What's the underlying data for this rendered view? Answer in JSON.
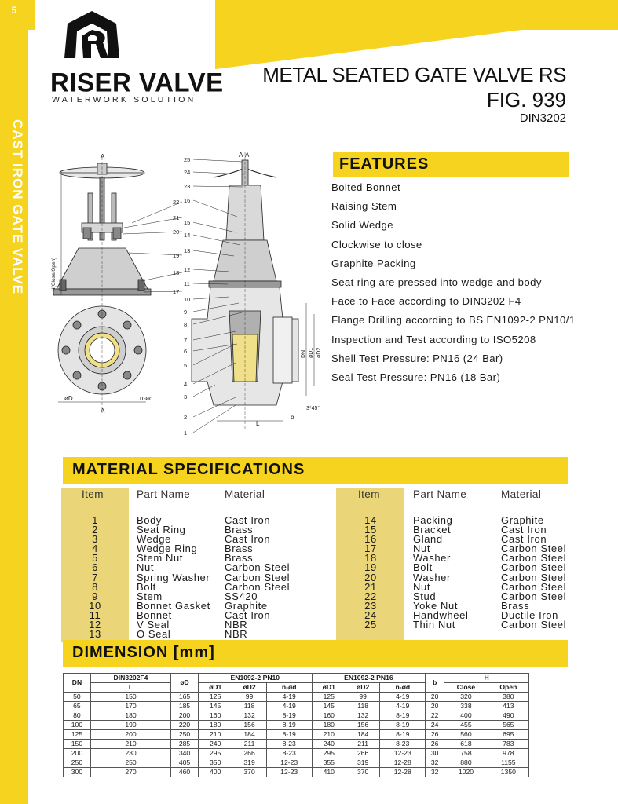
{
  "page": {
    "number": "5",
    "side_title": "CAST IRON GATE VALVE"
  },
  "brand": {
    "name": "RISER VALVE",
    "tagline": "WATERWORK SOLUTION",
    "color": "#f6d31f"
  },
  "title": {
    "main": "METAL SEATED GATE VALVE RS",
    "fig": "FIG. 939",
    "standard": "DIN3202"
  },
  "drawing": {
    "section_label": "A-A",
    "labels": [
      "A",
      "A",
      "H(Close/Open)",
      "øD",
      "n-ød",
      "L",
      "b",
      "3*45°",
      "DN",
      "øD1",
      "øD2"
    ],
    "callouts_left": [
      "22",
      "21",
      "20",
      "19",
      "18",
      "17"
    ],
    "callouts_right": [
      "25",
      "24",
      "23",
      "16",
      "15",
      "14",
      "13",
      "12",
      "11",
      "10",
      "9",
      "8",
      "7",
      "6",
      "5",
      "4",
      "3",
      "2",
      "1"
    ]
  },
  "features": {
    "heading": "FEATURES",
    "items": [
      "Bolted Bonnet",
      "Raising Stem",
      "Solid Wedge",
      "Clockwise to close",
      "Graphite Packing",
      "Seat ring are pressed into wedge and body",
      "Face to Face according to DIN3202 F4",
      "Flange Drilling according to BS EN1092-2 PN10/1",
      "Inspection and Test according to ISO5208",
      "Shell Test Pressure: PN16 (24 Bar)",
      "Seal Test Pressure: PN16 (18 Bar)"
    ]
  },
  "materials": {
    "heading": "MATERIAL SPECIFICATIONS",
    "headers": {
      "item": "Item",
      "part": "Part Name",
      "material": "Material"
    },
    "left": [
      [
        "1",
        "Body",
        "Cast Iron"
      ],
      [
        "2",
        "Seat Ring",
        "Brass"
      ],
      [
        "3",
        "Wedge",
        "Cast Iron"
      ],
      [
        "4",
        "Wedge Ring",
        "Brass"
      ],
      [
        "5",
        "Stem Nut",
        "Brass"
      ],
      [
        "6",
        "Nut",
        "Carbon Steel"
      ],
      [
        "7",
        "Spring Washer",
        "Carbon Steel"
      ],
      [
        "8",
        "Bolt",
        "Carbon Steel"
      ],
      [
        "9",
        "Stem",
        "SS420"
      ],
      [
        "10",
        "Bonnet Gasket",
        "Graphite"
      ],
      [
        "11",
        "Bonnet",
        "Cast Iron"
      ],
      [
        "12",
        "V Seal",
        "NBR"
      ],
      [
        "13",
        "O Seal",
        "NBR"
      ]
    ],
    "right": [
      [
        "14",
        "Packing",
        "Graphite"
      ],
      [
        "15",
        "Bracket",
        "Cast Iron"
      ],
      [
        "16",
        "Gland",
        "Cast Iron"
      ],
      [
        "17",
        "Nut",
        "Carbon Steel"
      ],
      [
        "18",
        "Washer",
        "Carbon Steel"
      ],
      [
        "19",
        "Bolt",
        "Carbon Steel"
      ],
      [
        "20",
        "Washer",
        "Carbon Steel"
      ],
      [
        "21",
        "Nut",
        "Carbon Steel"
      ],
      [
        "22",
        "Stud",
        "Carbon Steel"
      ],
      [
        "23",
        "Yoke Nut",
        "Brass"
      ],
      [
        "24",
        "Handwheel",
        "Ductile Iron"
      ],
      [
        "25",
        "Thin Nut",
        "Carbon Steel"
      ]
    ]
  },
  "dimension": {
    "heading": "DIMENSION [mm]",
    "group_headers": {
      "dn": "DN",
      "face": "DIN3202F4",
      "od": "øD",
      "pn10": "EN1092-2 PN10",
      "pn16": "EN1092-2 PN16",
      "b": "b",
      "h": "H"
    },
    "sub_headers": [
      "L",
      "øD1",
      "øD2",
      "n-ød",
      "øD1",
      "øD2",
      "n-ød",
      "Close",
      "Open"
    ],
    "rows": [
      [
        "50",
        "150",
        "165",
        "125",
        "99",
        "4-19",
        "125",
        "99",
        "4-19",
        "20",
        "320",
        "380"
      ],
      [
        "65",
        "170",
        "185",
        "145",
        "118",
        "4-19",
        "145",
        "118",
        "4-19",
        "20",
        "338",
        "413"
      ],
      [
        "80",
        "180",
        "200",
        "160",
        "132",
        "8-19",
        "160",
        "132",
        "8-19",
        "22",
        "400",
        "490"
      ],
      [
        "100",
        "190",
        "220",
        "180",
        "156",
        "8-19",
        "180",
        "156",
        "8-19",
        "24",
        "455",
        "565"
      ],
      [
        "125",
        "200",
        "250",
        "210",
        "184",
        "8-19",
        "210",
        "184",
        "8-19",
        "26",
        "560",
        "695"
      ],
      [
        "150",
        "210",
        "285",
        "240",
        "211",
        "8-23",
        "240",
        "211",
        "8-23",
        "26",
        "618",
        "783"
      ],
      [
        "200",
        "230",
        "340",
        "295",
        "266",
        "8-23",
        "295",
        "266",
        "12-23",
        "30",
        "758",
        "978"
      ],
      [
        "250",
        "250",
        "405",
        "350",
        "319",
        "12-23",
        "355",
        "319",
        "12-28",
        "32",
        "880",
        "1155"
      ],
      [
        "300",
        "270",
        "460",
        "400",
        "370",
        "12-23",
        "410",
        "370",
        "12-28",
        "32",
        "1020",
        "1350"
      ]
    ]
  }
}
